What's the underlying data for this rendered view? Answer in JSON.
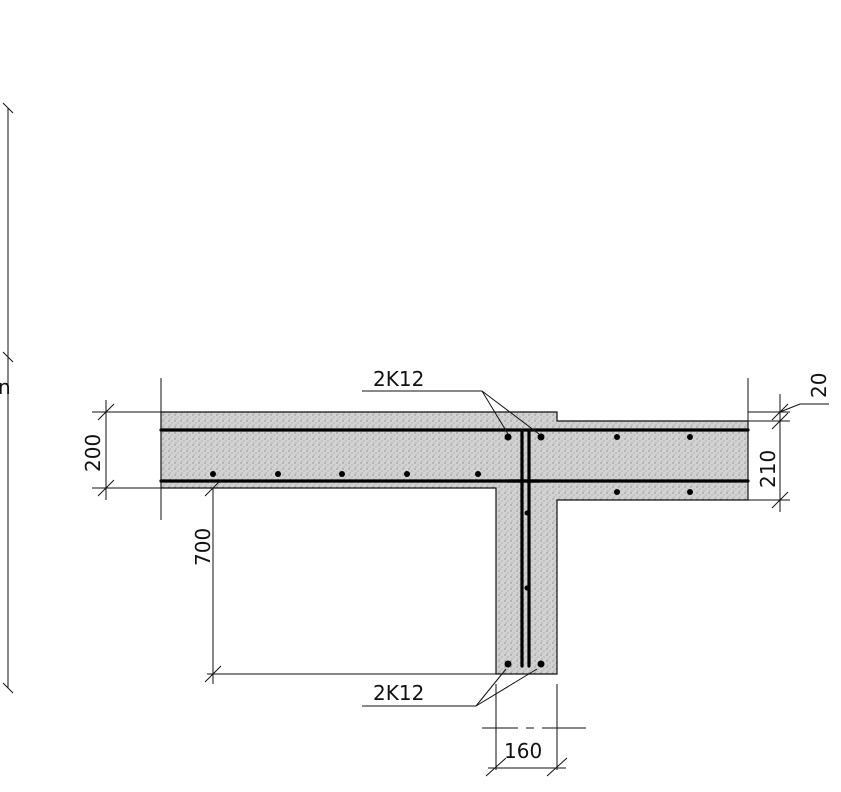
{
  "labels": {
    "top_rebar": "2K12",
    "bottom_rebar": "2K12"
  },
  "dimensions": {
    "slab_left_thickness": "200",
    "beam_drop": "700",
    "slab_right_thickness": "210",
    "slab_step": "20",
    "rib_width": "160"
  },
  "edge_fragment": {
    "text": "n"
  },
  "colors": {
    "ink": "#111111",
    "concrete": "#cfcfcf"
  }
}
